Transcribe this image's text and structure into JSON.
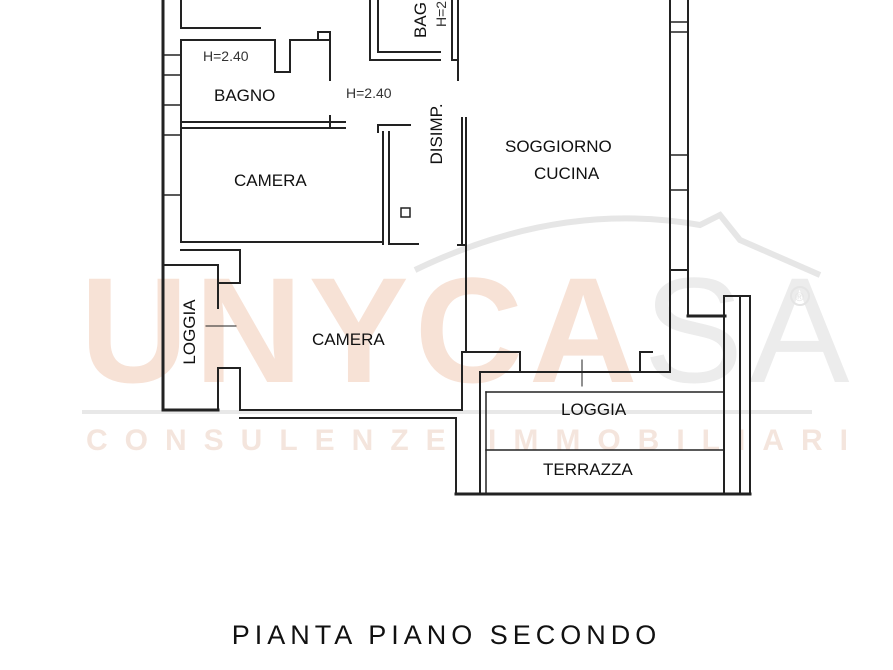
{
  "plan": {
    "rooms": {
      "bagno_top": "BAG",
      "h_bagno_top": "H=2",
      "h_bagno": "H=2.40",
      "bagno": "BAGNO",
      "h_disimp": "H=2.40",
      "disimp": "DISIMP.",
      "soggiorno": "SOGGIORNO",
      "cucina": "CUCINA",
      "camera_1": "CAMERA",
      "loggia_left": "LOGGIA",
      "camera_2": "CAMERA",
      "loggia_right": "LOGGIA",
      "terrazza": "TERRAZZA"
    },
    "title": "PIANTA PIANO SECONDO"
  },
  "watermark": {
    "brand": "UNYCA",
    "brand_tail": "SA",
    "tagline": "CONSULENZE IMMOBILIARI",
    "registered_mark": "®"
  },
  "colors": {
    "wall": "#222222",
    "watermark_orange": "#f6ddd0",
    "watermark_gray": "#e9e9e9"
  }
}
